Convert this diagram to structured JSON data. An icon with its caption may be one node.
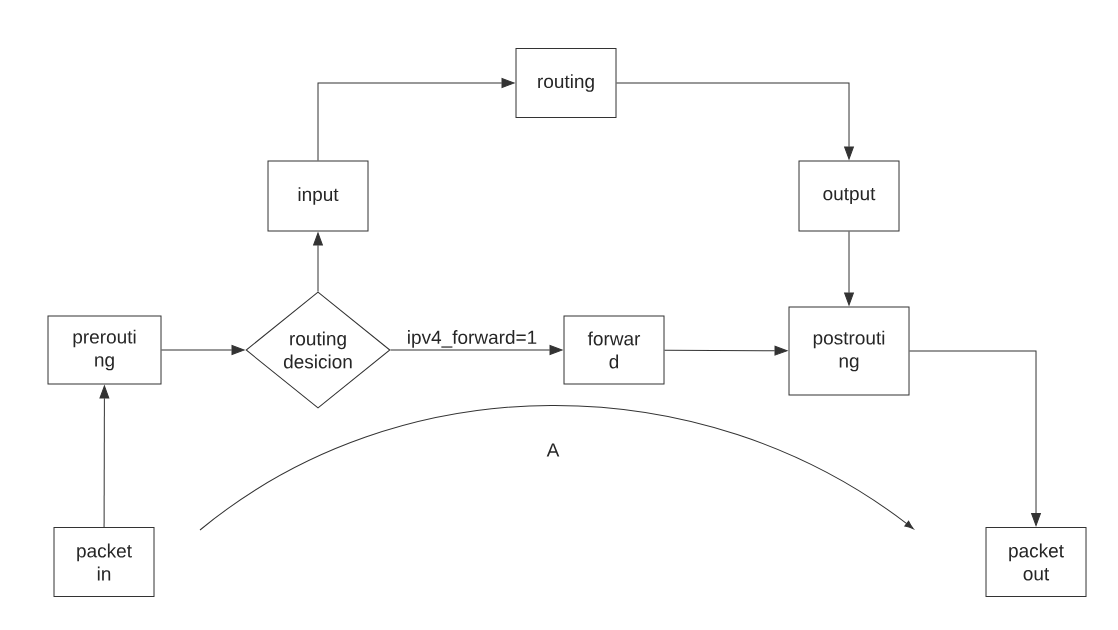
{
  "diagram": {
    "nodes": [
      {
        "text": [
          "prerouti ng"
        ]
      },
      {
        "text": [
          "routing desicion"
        ]
      },
      {
        "text": [
          "input"
        ]
      },
      {
        "text": [
          "routing"
        ]
      },
      {
        "text": [
          "output"
        ]
      },
      {
        "text": [
          "forwar d"
        ]
      },
      {
        "text": [
          "postrouti ng"
        ]
      },
      {
        "text": [
          "packet in"
        ]
      },
      {
        "text": [
          "packet out"
        ]
      }
    ],
    "edges": [
      {
        "from": 7,
        "to": 0,
        "arrow": "to"
      },
      {
        "from": 0,
        "to": 1,
        "arrow": "to"
      },
      {
        "from": 1,
        "to": 2,
        "arrow": "to"
      },
      {
        "from": 2,
        "to": 3,
        "arrow": "to"
      },
      {
        "from": 3,
        "to": 4,
        "arrow": "to"
      },
      {
        "from": 1,
        "to": 5,
        "label": "ipv4_forward=1",
        "arrow": "to"
      },
      {
        "from": 5,
        "to": 6,
        "arrow": "to"
      },
      {
        "from": 4,
        "to": 6,
        "arrow": "to"
      },
      {
        "from": 6,
        "to": 8,
        "arrow": "to"
      }
    ],
    "labels": [
      "A"
    ]
  }
}
